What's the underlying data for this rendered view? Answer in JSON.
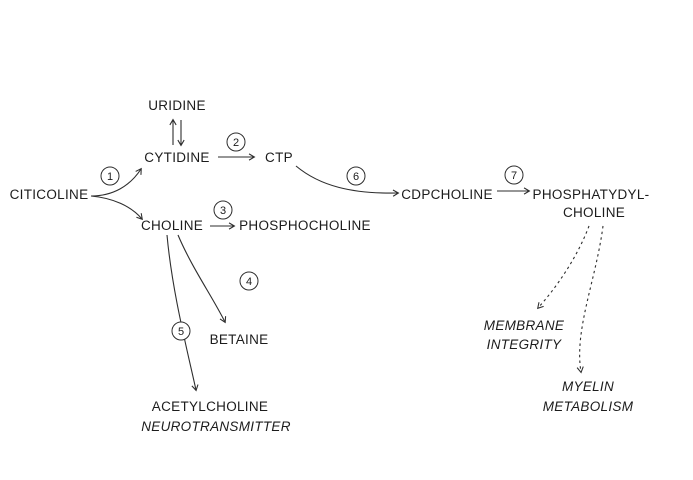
{
  "nodes": {
    "citicoline": "CITICOLINE",
    "uridine": "URIDINE",
    "cytidine": "CYTIDINE",
    "ctp": "CTP",
    "cdpcholine": "CDPCHOLINE",
    "phosphatidylcholine": {
      "line1": "PHOSPHATYDYL-",
      "line2": "CHOLINE"
    },
    "choline": "CHOLINE",
    "phosphocholine": "PHOSPHOCHOLINE",
    "betaine": "BETAINE",
    "acetylcholine": "ACETYLCHOLINE",
    "neurotransmitter": "NEUROTRANSMITTER"
  },
  "outcomes": {
    "membrane": {
      "line1": "MEMBRANE",
      "line2": "INTEGRITY"
    },
    "myelin": {
      "line1": "MYELIN",
      "line2": "METABOLISM"
    }
  },
  "steps": {
    "step1": "1",
    "step2": "2",
    "step3": "3",
    "step4": "4",
    "step5": "5",
    "step6": "6",
    "step7": "7"
  }
}
